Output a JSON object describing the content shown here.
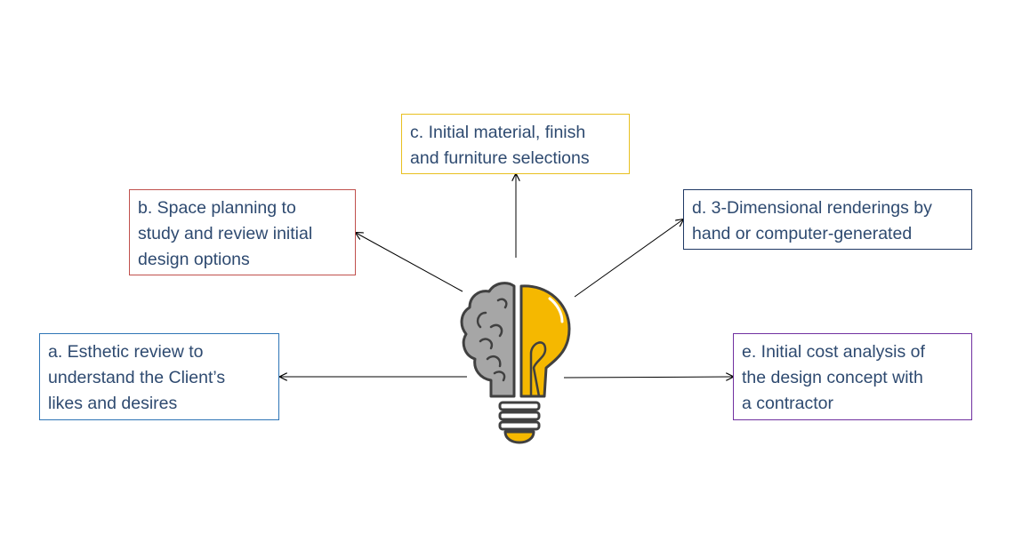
{
  "boxes": {
    "a": {
      "lines": [
        "a. Esthetic review to",
        "understand the Client’s",
        "likes and desires"
      ],
      "border_color": "#2e75b6"
    },
    "b": {
      "lines": [
        "b. Space planning to",
        "study and review initial",
        "design options"
      ],
      "border_color": "#c0504d"
    },
    "c": {
      "lines": [
        "c. Initial material, finish",
        "and furniture selections"
      ],
      "border_color": "#e8c020"
    },
    "d": {
      "lines": [
        "d. 3-Dimensional renderings by",
        "hand or computer-generated"
      ],
      "border_color": "#1f3864"
    },
    "e": {
      "lines": [
        "e. Initial cost analysis of",
        "the design concept with",
        "a contractor"
      ],
      "border_color": "#7030a0"
    }
  },
  "colors": {
    "text": "#2e4a70",
    "brain": "#a6a6a6",
    "bulb": "#f5b800",
    "outline": "#404040"
  },
  "center_icon": "lightbulb-brain-icon"
}
